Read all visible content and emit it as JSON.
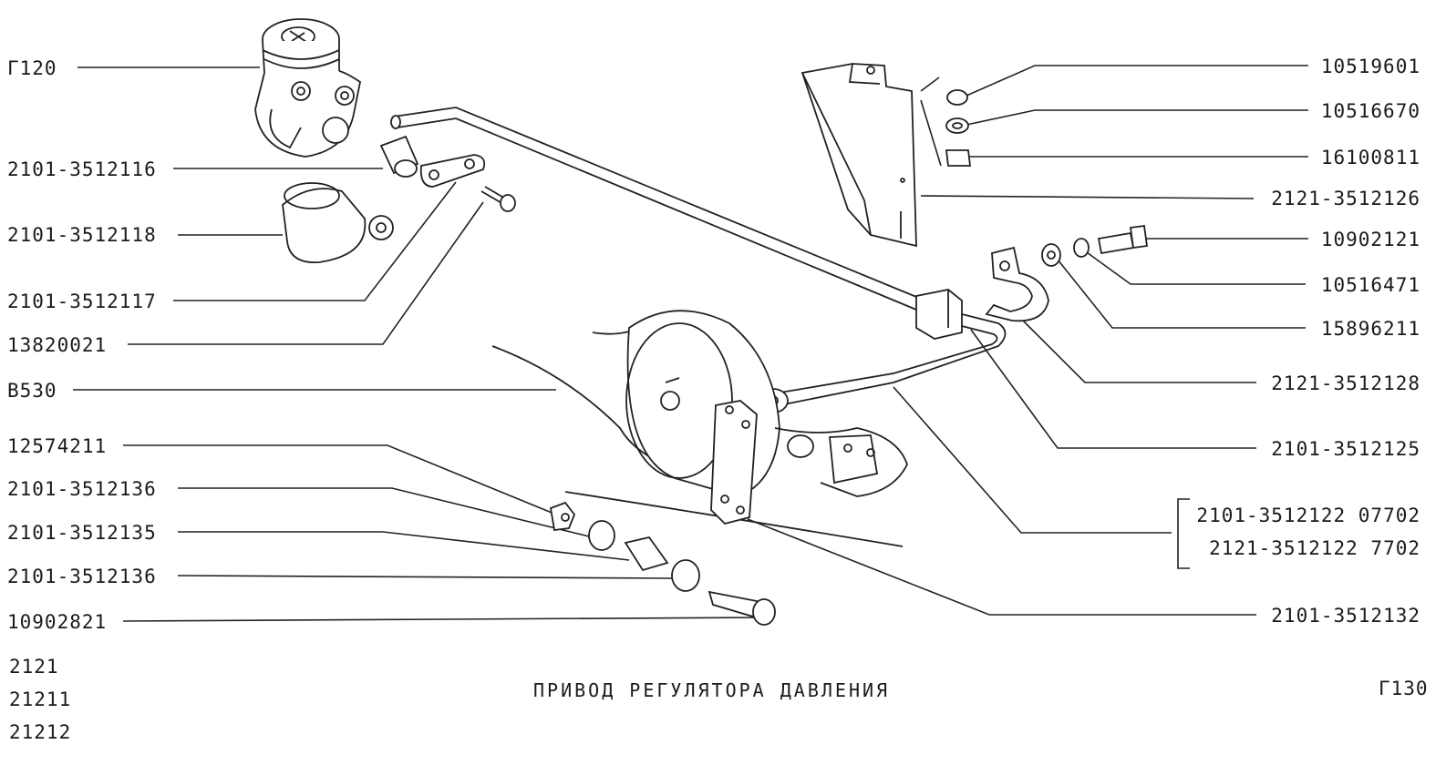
{
  "callouts_left": [
    {
      "id": "l1",
      "text": "Г120"
    },
    {
      "id": "l2",
      "text": "2101-3512116"
    },
    {
      "id": "l3",
      "text": "2101-3512118"
    },
    {
      "id": "l4",
      "text": "2101-3512117"
    },
    {
      "id": "l5",
      "text": "13820021"
    },
    {
      "id": "l6",
      "text": "В530"
    },
    {
      "id": "l7",
      "text": "12574211"
    },
    {
      "id": "l8",
      "text": "2101-3512136"
    },
    {
      "id": "l9",
      "text": "2101-3512135"
    },
    {
      "id": "l10",
      "text": "2101-3512136"
    },
    {
      "id": "l11",
      "text": "10902821"
    }
  ],
  "callouts_right": [
    {
      "id": "r1",
      "text": "10519601"
    },
    {
      "id": "r2",
      "text": "10516670"
    },
    {
      "id": "r3",
      "text": "16100811"
    },
    {
      "id": "r4",
      "text": "2121-3512126"
    },
    {
      "id": "r5",
      "text": "10902121"
    },
    {
      "id": "r6",
      "text": "10516471"
    },
    {
      "id": "r7",
      "text": "15896211"
    },
    {
      "id": "r8",
      "text": "2121-3512128"
    },
    {
      "id": "r9",
      "text": "2101-3512125"
    },
    {
      "id": "r10a",
      "text": "2101-3512122 07702"
    },
    {
      "id": "r10b",
      "text": "2121-3512122  7702"
    },
    {
      "id": "r11",
      "text": "2101-3512132"
    }
  ],
  "models": [
    "2121",
    "21211",
    "21212"
  ],
  "title": "ПРИВОД РЕГУЛЯТОРА ДАВЛЕНИЯ",
  "page_code": "Г130"
}
